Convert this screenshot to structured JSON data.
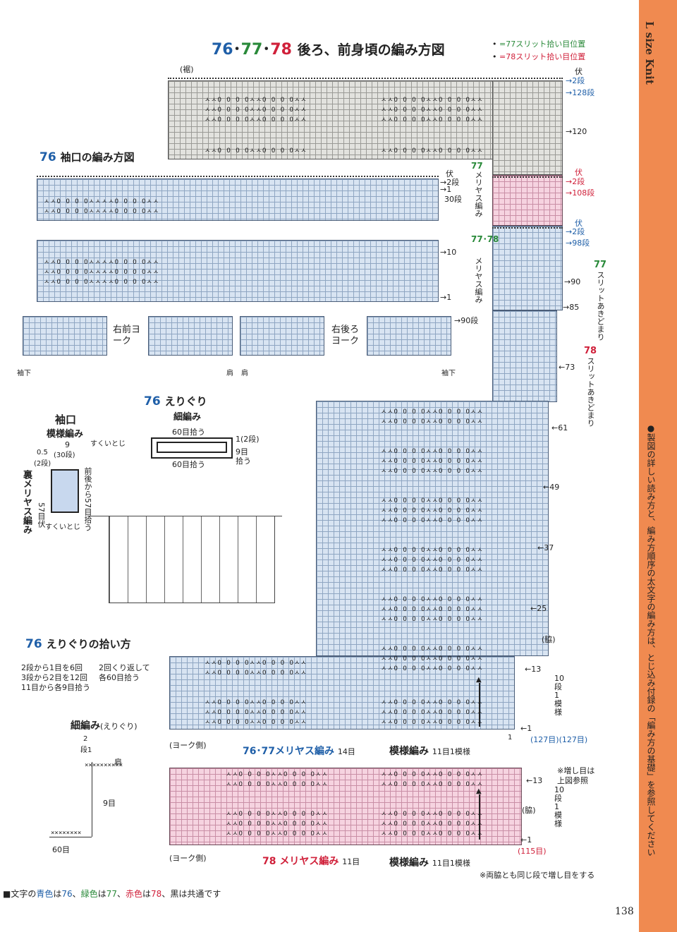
{
  "sidebar": {
    "brand": "L size Knit",
    "note": "●製図の詳しい読み方と、編み方順序の太文字の編み方は、とじ込み付録の「編み方の基礎」を参照してください"
  },
  "main_title": {
    "num76": "76",
    "num77": "77",
    "num78": "78",
    "dot": "･",
    "text": "後ろ、前身頃の編み方図"
  },
  "legend": {
    "item77": "=77スリット拾い目位置",
    "item78": "=78スリット拾い目位置"
  },
  "labels": {
    "kuro": "(裾)",
    "fuse": "伏",
    "dan2": "2段",
    "dan128": "128段",
    "r120": "120",
    "r108": "108段",
    "r98": "98段",
    "r90": "90",
    "r85": "85",
    "r73": "73",
    "r61": "61",
    "r49": "49",
    "r37": "37",
    "r25": "25",
    "r13": "13",
    "r1": "1",
    "waki": "(脇)",
    "moyou10": "10段1模様",
    "count127": "(127目)(127目)",
    "count115": "(115目)",
    "yoke_side": "(ヨーク側)",
    "meriyasu_7677": "76･77メリヤス編み",
    "meriyasu_14": "14目",
    "moyou_ami": "模様編み",
    "moyou_11": "11目1模様",
    "meriyasu_78": "78 メリヤス編み",
    "meriyasu_11": "11目",
    "note_increase": "※増し目は上図参照",
    "note_both": "※両脇とも同じ段で増し目をする",
    "slit77_num": "77",
    "slit77": "スリットあきどまり",
    "slit78_num": "78",
    "slit78": "スリットあきどまり",
    "v77_num": "77",
    "v77": "メリヤス編み",
    "v7778_num": "77･78",
    "v7778": "メリヤス編み"
  },
  "sleeve_chart": {
    "title_num": "76",
    "title": "袖口の編み方図",
    "fuse": "伏",
    "dan2": "2段",
    "dan1": "1",
    "dan30": "30段",
    "r10": "10",
    "r1": "1",
    "r90": "90段",
    "right_front": "右前ヨーク",
    "right_back": "右後ろヨーク",
    "sode_shita": "袖下",
    "kata": "肩"
  },
  "collar": {
    "title_num": "76",
    "title": "えりぐり",
    "subtitle": "細編み",
    "hiroi60_top": "60目拾う",
    "hiroi60_bottom": "60目拾う",
    "dan1_2": "1(2段)",
    "hiroi9": "9目拾う"
  },
  "cuff": {
    "title": "袖口",
    "subtitle": "模様編み",
    "n9": "9",
    "n30": "(30段)",
    "n05": "0.5",
    "n2": "(2段)",
    "sukui_top": "すくいとじ",
    "sukui_bottom": "すくいとじ",
    "zengo": "前後から57目拾う",
    "n57": "57目伏",
    "ura": "裏メリヤス編み"
  },
  "pickup": {
    "title_num": "76",
    "title": "えりぐりの拾い方",
    "line1": "2段から1目を6回",
    "line2": "3段から2目を12回",
    "line3": "11目から各9目拾う",
    "line4": "2回くり返して",
    "line5": "各60目拾う",
    "sub": "細編み",
    "sub2": "(えりぐり)",
    "d2": "2",
    "d1": "段1",
    "kata": "肩",
    "m9": "9目",
    "m60": "60目"
  },
  "footer": {
    "legend_prefix": "■文字の",
    "blue_word": "青色",
    "wa1": "は",
    "n76": "76",
    "sep1": "、",
    "green_word": "緑色",
    "wa2": "は",
    "n77": "77",
    "sep2": "、",
    "red_word": "赤色",
    "wa3": "は",
    "n78": "78",
    "suffix": "、黒は共通です",
    "page": "138"
  },
  "colors": {
    "blue": "#1f5fa8",
    "green": "#2a8a3a",
    "red": "#d0203a",
    "orange": "#f08a50",
    "grid_blue": "#d8e4f2",
    "grid_pink": "#f6d3e0",
    "grid_gray": "#e2e2de"
  },
  "stitch_row": "ㅅㅅO  O  O  OㅅㅅㅅㅅO  O  O  Oㅅㅅ",
  "stitch_pattern": "ㅅㅅO O O OㅅㅅO O O Oㅅㅅ"
}
